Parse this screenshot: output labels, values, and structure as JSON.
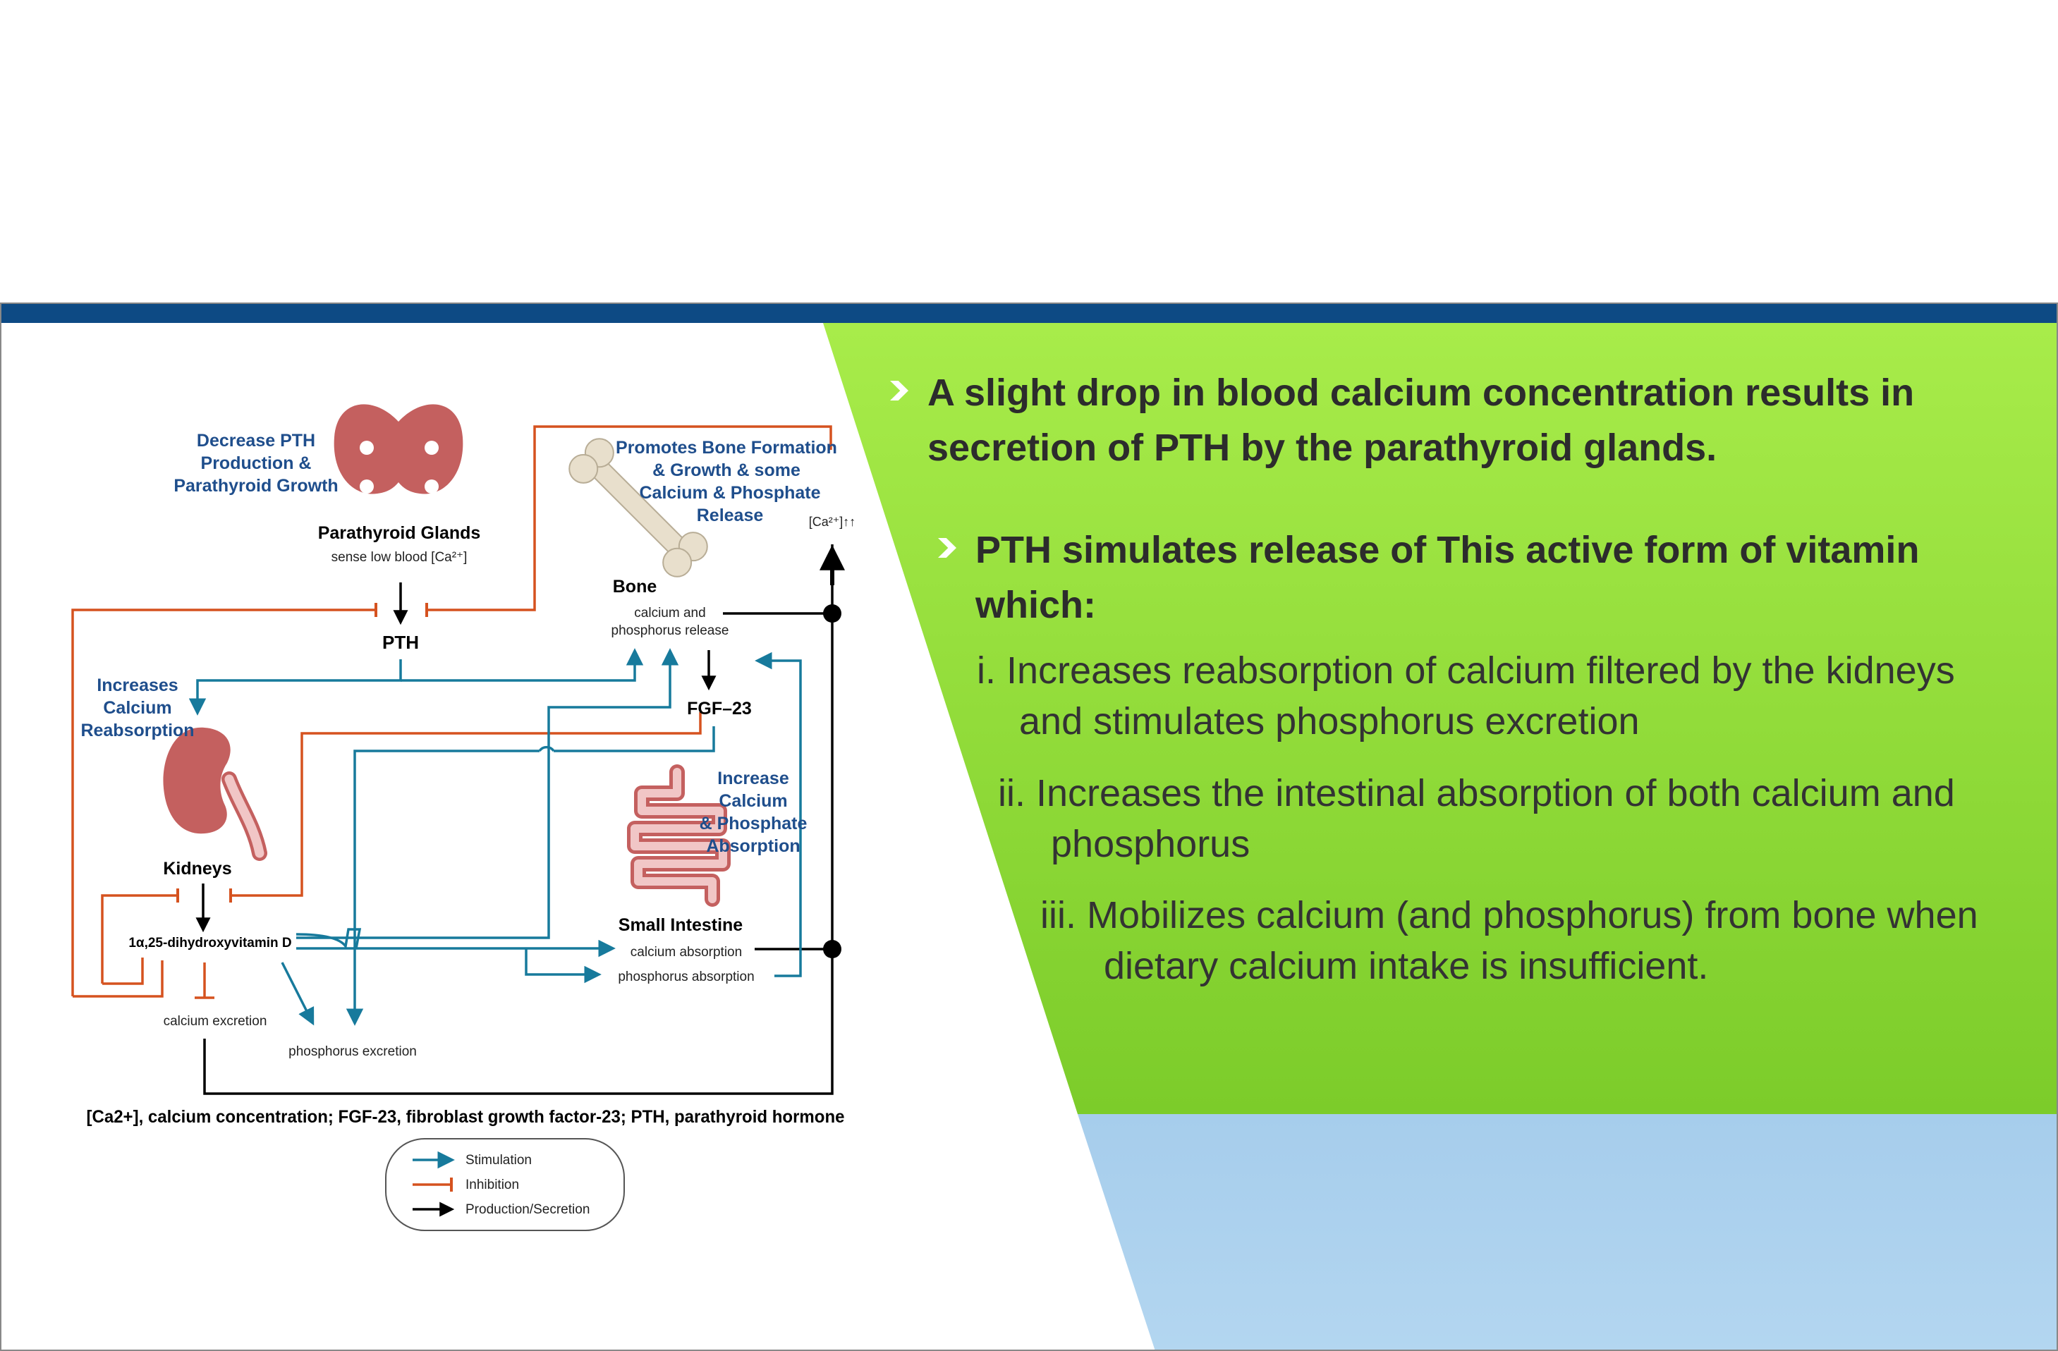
{
  "diagram": {
    "labels": {
      "decrease_pth": [
        "Decrease PTH",
        "Production &",
        "Parathyroid Growth"
      ],
      "parathyroid_title": "Parathyroid Glands",
      "parathyroid_sub": "sense low blood [Ca²⁺]",
      "pth": "PTH",
      "promotes_bone": [
        "Promotes Bone Formation",
        "& Growth & some",
        "Calcium & Phosphate",
        "Release"
      ],
      "ca_rise": "[Ca²⁺]↑↑",
      "bone_title": "Bone",
      "bone_sub": [
        "calcium and",
        "phosphorus release"
      ],
      "fgf23": "FGF–23",
      "increases_reabs": [
        "Increases",
        "Calcium",
        "Reabsorption"
      ],
      "kidneys": "Kidneys",
      "vitd": "1α,25-dihydroxyvitamin D",
      "increase_absorption": [
        "Increase",
        "Calcium",
        "& Phosphate",
        "Absorption"
      ],
      "small_intestine": "Small Intestine",
      "calcium_absorption": "calcium absorption",
      "phosphorus_absorption": "phosphorus absorption",
      "calcium_excretion": "calcium excretion",
      "phosphorus_excretion": "phosphorus excretion",
      "caption": "[Ca2+], calcium concentration; FGF-23, fibroblast growth factor-23; PTH, parathyroid hormone"
    },
    "legend": {
      "stimulation": "Stimulation",
      "inhibition": "Inhibition",
      "production": "Production/Secretion"
    },
    "colors": {
      "stimulation": "#177a9c",
      "inhibition": "#d5521f",
      "production": "#000000",
      "organ": "#c4605f",
      "label_blue": "#1f4e8c"
    }
  },
  "text_panel": {
    "bullet1": "A slight drop in blood calcium concentration results in secretion of PTH by the parathyroid glands.",
    "bullet2": "PTH simulates release of This active form of vitamin which:",
    "items": [
      {
        "num": "i.",
        "text": "Increases reabsorption of calcium filtered by the kidneys and stimulates phosphorus excretion"
      },
      {
        "num": "ii.",
        "text": "Increases the intestinal absorption of both calcium and phosphorus"
      },
      {
        "num": "iii.",
        "text": "Mobilizes calcium (and phosphorus) from bone when dietary calcium intake is insufficient."
      }
    ]
  },
  "colors": {
    "top_bar": "#0d4a84",
    "green_top": "#a8ec4a",
    "green_bottom": "#7ccc2a",
    "blue_panel": "#a6cdec"
  }
}
